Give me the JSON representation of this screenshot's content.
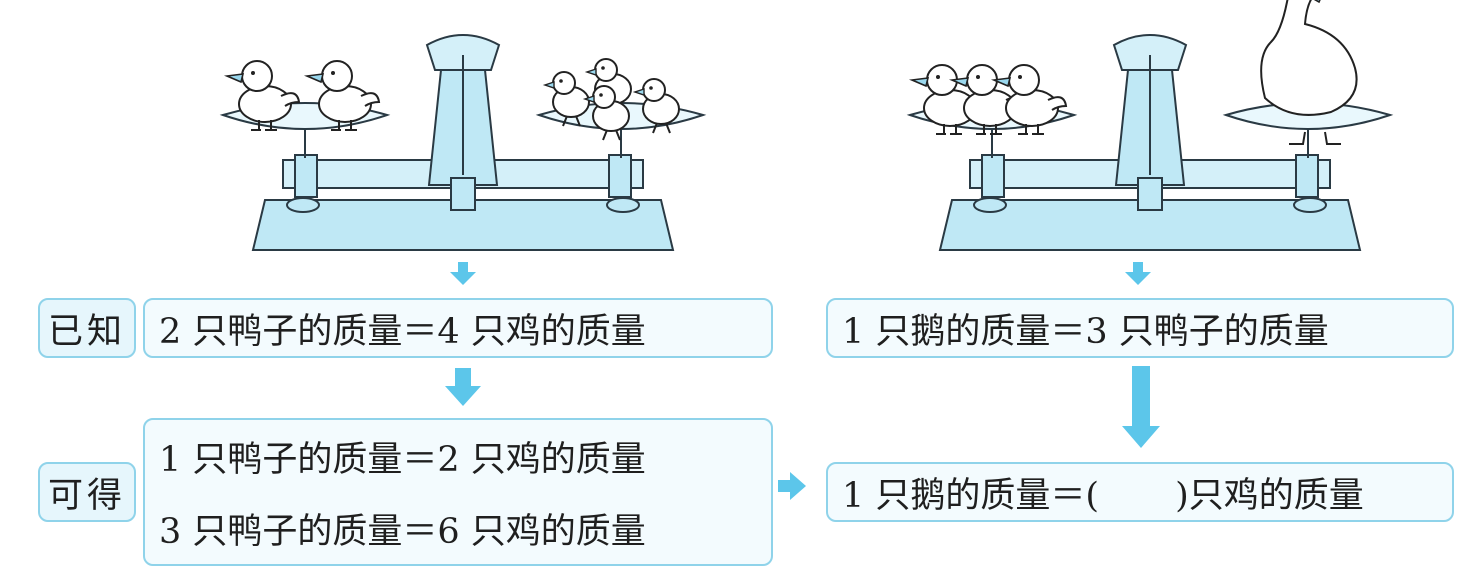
{
  "left_scale": {
    "left_pan": "2 ducks",
    "right_pan": "4 chicks"
  },
  "right_scale": {
    "left_pan": "3 ducks",
    "right_pan": "1 goose"
  },
  "labels": {
    "known": "已知",
    "derived": "可得"
  },
  "left_column": {
    "known_statement": "2 只鸭子的质量＝4 只鸡的质量",
    "derived_line_1": "1 只鸭子的质量＝2 只鸡的质量",
    "derived_line_2": "3 只鸭子的质量＝6 只鸡的质量"
  },
  "right_column": {
    "known_statement": "1 只鹅的质量＝3 只鸭子的质量",
    "question_prefix": "1 只鹅的质量＝(",
    "question_suffix": ")只鸡的质量"
  },
  "colors": {
    "accent": "#5cc6ea",
    "scale_fill": "#bfe8f5",
    "scale_stroke": "#2a3a44",
    "box_border": "#8fd3ea"
  }
}
